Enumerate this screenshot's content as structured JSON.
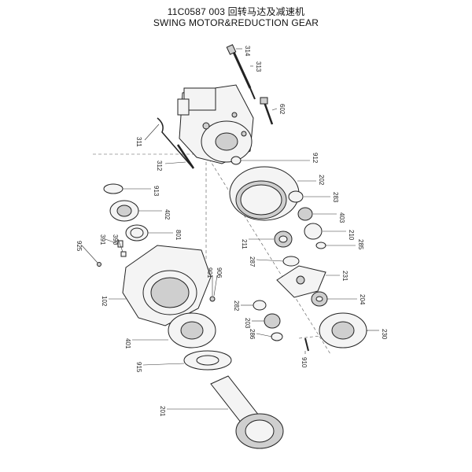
{
  "header": {
    "code_line": "11C0587 003  回转马达及减速机",
    "title_line": "SWING MOTOR&REDUCTION GEAR"
  },
  "callouts": [
    {
      "id": "c314",
      "label": "314"
    },
    {
      "id": "c313",
      "label": "313"
    },
    {
      "id": "c602",
      "label": "602"
    },
    {
      "id": "c311",
      "label": "311"
    },
    {
      "id": "c312",
      "label": "312"
    },
    {
      "id": "c912",
      "label": "912"
    },
    {
      "id": "c913",
      "label": "913"
    },
    {
      "id": "c202",
      "label": "202"
    },
    {
      "id": "c283",
      "label": "283"
    },
    {
      "id": "c402",
      "label": "402"
    },
    {
      "id": "c403",
      "label": "403"
    },
    {
      "id": "c801",
      "label": "801"
    },
    {
      "id": "c210",
      "label": "210"
    },
    {
      "id": "c925",
      "label": "925"
    },
    {
      "id": "c391",
      "label": "391"
    },
    {
      "id": "c390",
      "label": "390"
    },
    {
      "id": "c211",
      "label": "211"
    },
    {
      "id": "c285",
      "label": "285"
    },
    {
      "id": "c287",
      "label": "287"
    },
    {
      "id": "c231",
      "label": "231"
    },
    {
      "id": "c901",
      "label": "901"
    },
    {
      "id": "c906",
      "label": "906"
    },
    {
      "id": "c204",
      "label": "204"
    },
    {
      "id": "c102",
      "label": "102"
    },
    {
      "id": "c282",
      "label": "282"
    },
    {
      "id": "c203",
      "label": "203"
    },
    {
      "id": "c286",
      "label": "286"
    },
    {
      "id": "c230",
      "label": "230"
    },
    {
      "id": "c401",
      "label": "401"
    },
    {
      "id": "c910",
      "label": "910"
    },
    {
      "id": "c915",
      "label": "915"
    },
    {
      "id": "c201",
      "label": "201"
    }
  ]
}
